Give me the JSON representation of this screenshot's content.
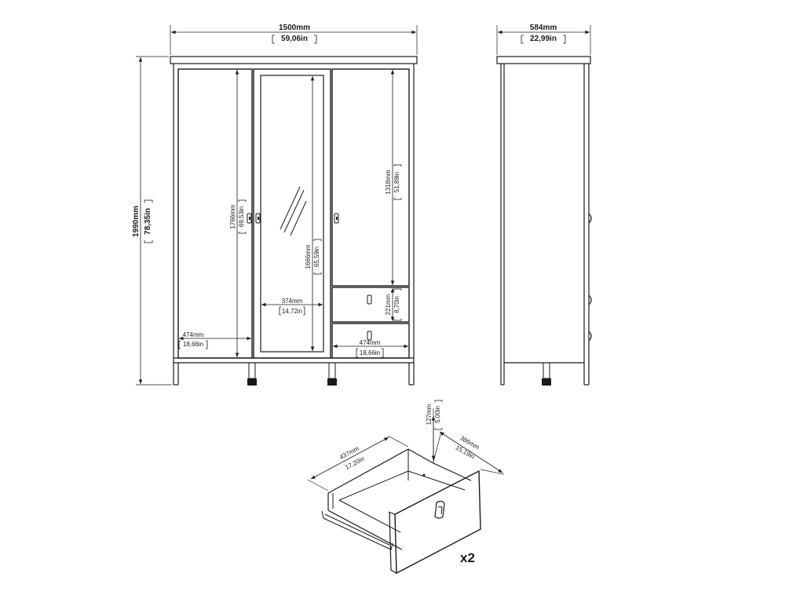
{
  "front_view": {
    "width_mm": "1500mm",
    "width_in": "59,06in",
    "height_mm": "1990mm",
    "height_in": "78,35in",
    "left_door_height_mm": "1766mm",
    "left_door_height_in": "69,53in",
    "left_door_width_mm": "474mm",
    "left_door_width_in": "18,66in",
    "mirror_height_mm": "1666mm",
    "mirror_height_in": "65,59in",
    "mirror_width_mm": "374mm",
    "mirror_width_in": "14,72in",
    "right_door_height_mm": "1318mm",
    "right_door_height_in": "51,89in",
    "drawer_height_mm": "221mm",
    "drawer_height_in": "8,70in",
    "drawer_width_mm": "474mm",
    "drawer_width_in": "18,66in"
  },
  "side_view": {
    "depth_mm": "584mm",
    "depth_in": "22,99in"
  },
  "drawer_detail": {
    "depth_mm": "437mm",
    "depth_in": "17,20in",
    "height_mm": "127mm",
    "height_in": "5,00in",
    "width_mm": "386mm",
    "width_in": "15,19in",
    "quantity": "x2"
  }
}
